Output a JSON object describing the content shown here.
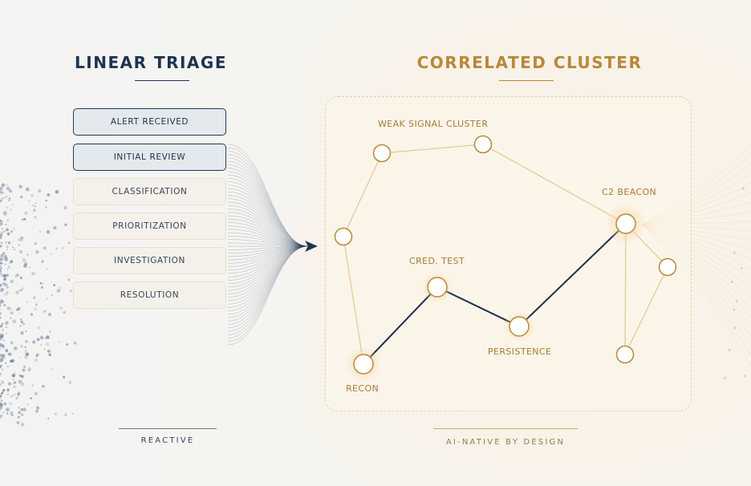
{
  "left": {
    "title": "LINEAR TRIAGE",
    "steps": [
      {
        "label": "ALERT RECEIVED",
        "state": "active"
      },
      {
        "label": "INITIAL REVIEW",
        "state": "active"
      },
      {
        "label": "CLASSIFICATION",
        "state": "muted"
      },
      {
        "label": "PRIORITIZATION",
        "state": "muted"
      },
      {
        "label": "INVESTIGATION",
        "state": "muted"
      },
      {
        "label": "RESOLUTION",
        "state": "muted"
      }
    ],
    "footer": "REACTIVE"
  },
  "right": {
    "title": "CORRELATED CLUSTER",
    "footer": "AI-NATIVE BY DESIGN",
    "labels": {
      "weak_signal": "WEAK SIGNAL CLUSTER",
      "c2_beacon": "C2 BEACON",
      "cred_test": "CRED. TEST",
      "persistence": "PERSISTENCE",
      "recon": "RECON"
    }
  },
  "colors": {
    "navy": "#1e3350",
    "gold": "#b8893a",
    "node_stroke": "#b8893a",
    "path": "#1f2f48"
  }
}
